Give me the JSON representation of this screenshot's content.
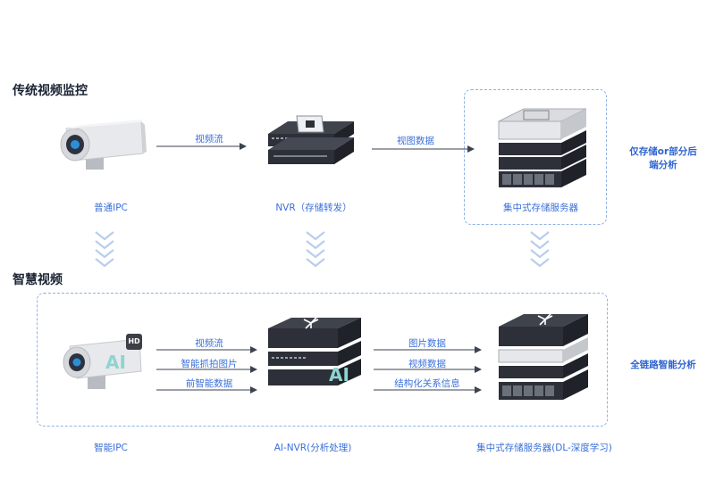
{
  "sections": {
    "traditional": {
      "title": "传统视频监控",
      "device_labels": [
        "普通IPC",
        "NVR（存储转发）",
        "集中式存储服务器"
      ],
      "flow_labels": [
        "视频流",
        "视图数据"
      ],
      "side_note_lines": [
        "仅存储or部分后",
        "端分析"
      ]
    },
    "smart": {
      "title": "智慧视频",
      "device_labels": [
        "智能IPC",
        "AI-NVR(分析处理)",
        "集中式存储服务器(DL-深度学习)"
      ],
      "flows_left": [
        "视频流",
        "智能抓拍图片",
        "前智能数据"
      ],
      "flows_right": [
        "图片数据",
        "视频数据",
        "结构化关系信息"
      ],
      "side_note": "全链路智能分析",
      "ai_badge": "AI",
      "hd_badge": "HD"
    }
  },
  "colors": {
    "accent": "#3a6fd8",
    "dash": "#8fb1e6",
    "chevron": "#b9cdee",
    "device_dark": "#2d3038",
    "device_light": "#e8e9ec"
  }
}
